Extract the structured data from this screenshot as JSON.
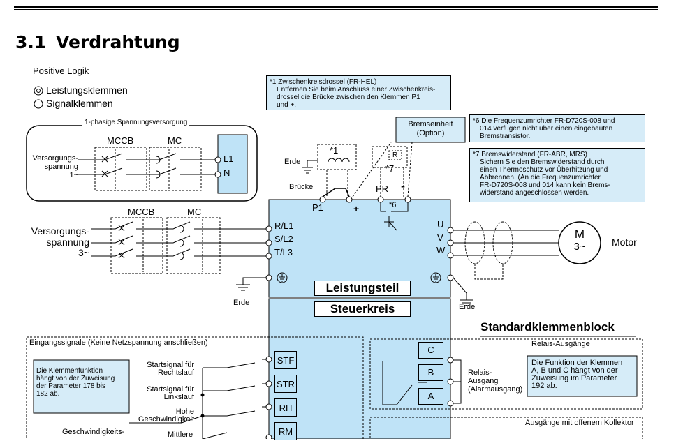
{
  "section": {
    "number": "3.1",
    "title": "Verdrahtung"
  },
  "logic_label": "Positive Logik",
  "legend": {
    "power": "Leistungsklemmen",
    "signal": "Signalklemmen"
  },
  "single_phase": {
    "title": "1-phasige Spannungsversorgung",
    "mccb": "MCCB",
    "mc": "MC",
    "supply_line1": "Versorgungs-",
    "supply_line2": "spannung",
    "supply_line3": "1~",
    "l1": "L1",
    "n": "N"
  },
  "three_phase": {
    "mccb": "MCCB",
    "mc": "MC",
    "supply_line1": "Versorgungs-",
    "supply_line2": "spannung",
    "supply_line3": "3~"
  },
  "notes": {
    "n1": [
      "*1 Zwischenkreisdrossel (FR-HEL)",
      "Entfernen Sie beim Anschluss einer Zwischenkreis-",
      "drossel die Brücke zwischen den Klemmen P1",
      "und +."
    ],
    "n6": [
      "*6 Die Frequenzumrichter FR-D720S-008 und",
      "014 verfügen nicht über einen eingebauten",
      "Bremstransistor."
    ],
    "n7": [
      "*7 Bremswiderstand (FR-ABR, MRS)",
      "Sichern Sie den Bremswiderstand durch",
      "einen Thermoschutz vor Überhitzung und",
      "Abbrennen. (An die Frequenzumrichter",
      "FR-D720S-008 und 014 kann kein Brems-",
      "widerstand angeschlossen werden."
    ]
  },
  "brake_unit": {
    "line1": "Bremseinheit",
    "line2": "(Option)"
  },
  "labels": {
    "erde_top": "Erde",
    "star1": "*1",
    "star7": "*7",
    "star6": "*6",
    "r_box": "R",
    "bruecke": "Brücke",
    "p1": "P1",
    "plus": "+",
    "pr": "PR",
    "minus": "-",
    "r_l1": "R/L1",
    "s_l2": "S/L2",
    "t_l3": "T/L3",
    "u": "U",
    "v": "V",
    "w": "W",
    "motor_m": "M",
    "motor_3": "3~",
    "motor": "Motor",
    "erde_left": "Erde",
    "erde_right": "Erde",
    "leistungsteil": "Leistungsteil",
    "steuerkreis": "Steuerkreis",
    "std_block": "Standardklemmenblock"
  },
  "inputs": {
    "title": "Eingangssignale (Keine Netzspannung anschließen)",
    "info": [
      "Die Klemmenfunktion",
      "hängt von der Zuweisung",
      "der Parameter 178 bis",
      "182 ab."
    ],
    "start_fwd": [
      "Startsignal für",
      "Rechtslauf"
    ],
    "start_rev": [
      "Startsignal für",
      "Linkslauf"
    ],
    "high": [
      "Hohe",
      "Geschwindigkeit"
    ],
    "speed": "Geschwindigkeits-",
    "medium": "Mittlere",
    "terminals": [
      "STF",
      "STR",
      "RH",
      "RM"
    ]
  },
  "relay": {
    "title": "Relais-Ausgänge",
    "terminals": [
      "C",
      "B",
      "A"
    ],
    "label": [
      "Relais-",
      "Ausgang",
      "(Alarmausgang)"
    ],
    "info": [
      "Die Funktion der Klemmen",
      "A, B und C hängt von der",
      "Zuweisung im Parameter",
      "192 ab."
    ]
  },
  "open_collector": {
    "title": "Ausgänge mit offenem Kollektor"
  }
}
